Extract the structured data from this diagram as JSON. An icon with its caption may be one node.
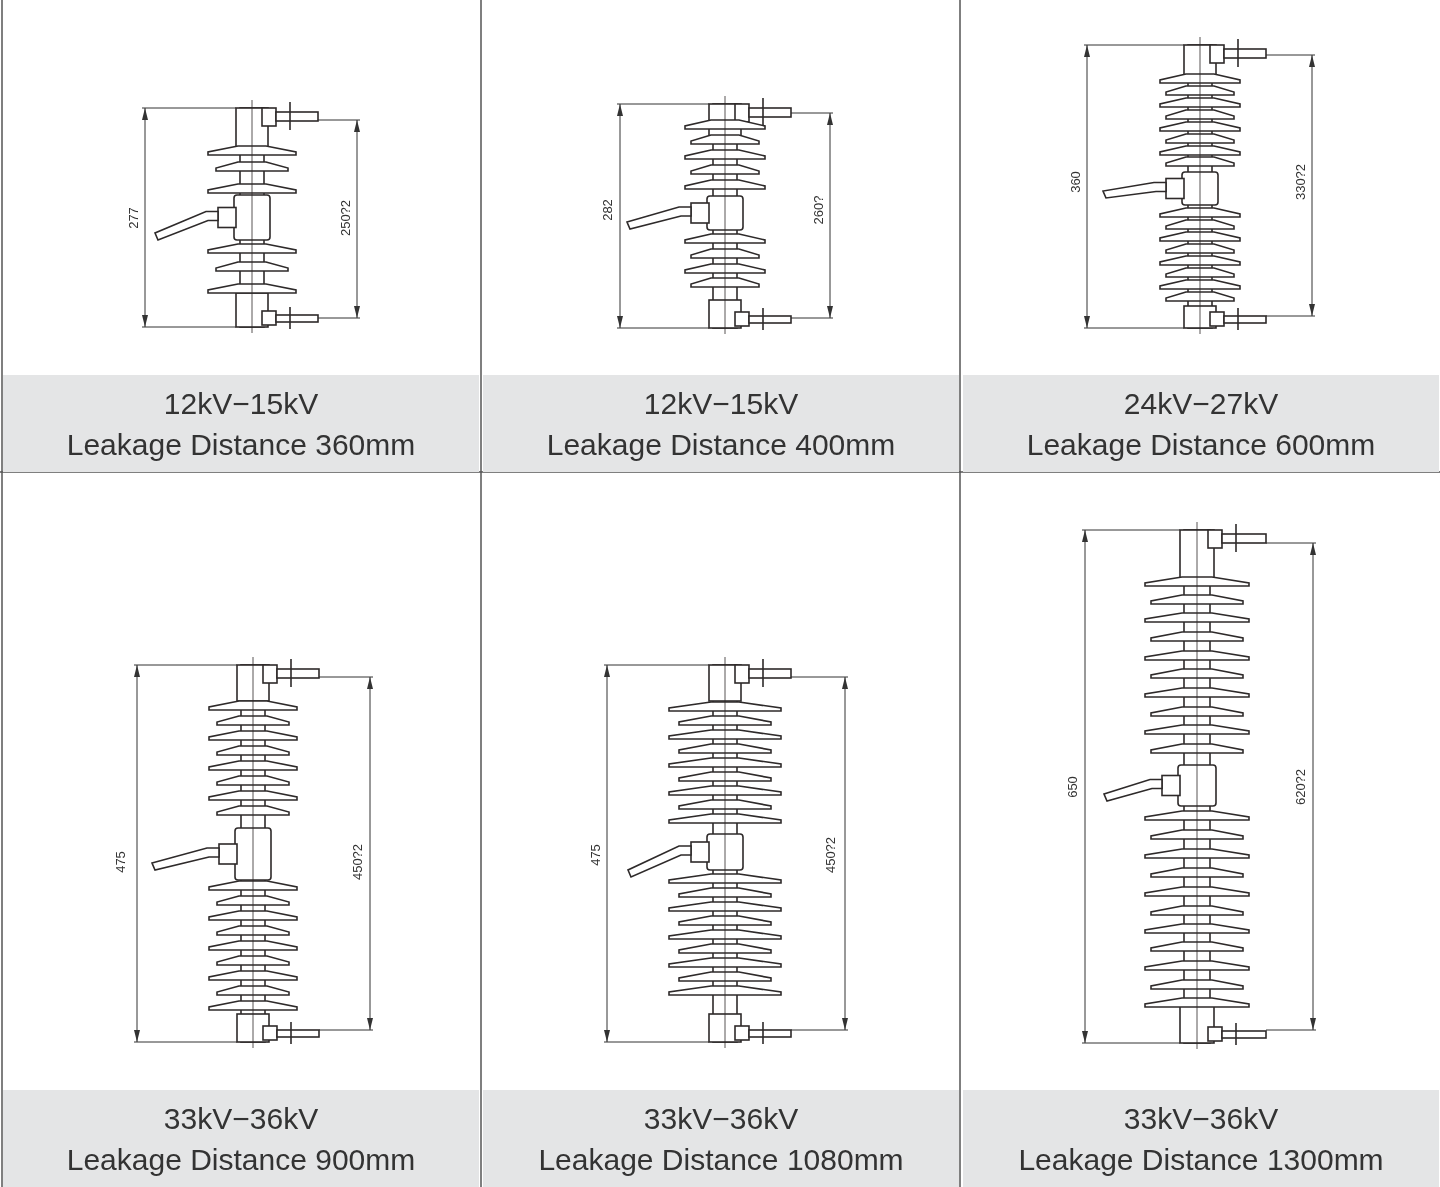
{
  "diagram": {
    "nodes": [
      {
        "text": [
          "12kV−15kV",
          "Leakage Distance 360mm"
        ]
      },
      {
        "text": [
          "12kV−15kV",
          "Leakage Distance 400mm"
        ]
      },
      {
        "text": [
          "24kV−27kV",
          "Leakage Distance 600mm"
        ]
      },
      {
        "text": [
          "33kV−36kV",
          "Leakage Distance 900mm"
        ]
      },
      {
        "text": [
          "33kV−36kV",
          "Leakage Distance 1080mm"
        ]
      },
      {
        "text": [
          "33kV−36kV",
          "Leakage Distance 1300mm"
        ]
      }
    ],
    "labels": [
      "277",
      "250?2",
      "282",
      "260?",
      "360",
      "330?2",
      "475",
      "450?2",
      "475",
      "450?2",
      "650",
      "620?2"
    ]
  }
}
